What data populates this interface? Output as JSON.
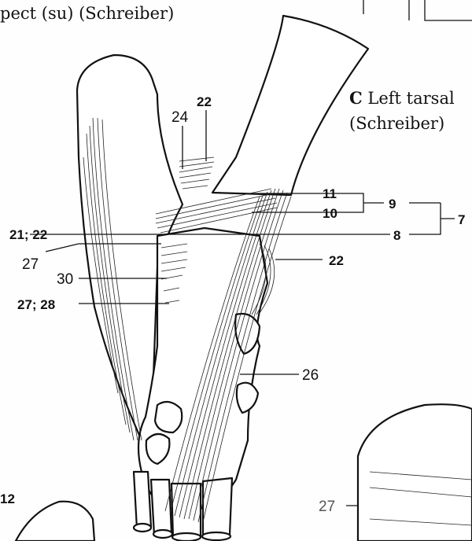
{
  "captions": {
    "top_left": "pect (su) (Schreiber)",
    "panel_letter": "C",
    "panel_title_line1": "Left tarsal",
    "panel_title_line2": "(Schreiber)"
  },
  "labels": {
    "l22_top": "22",
    "l24": "24",
    "l11": "11",
    "l10": "10",
    "l9": "9",
    "l7": "7",
    "l8": "8",
    "l21_22": "21; 22",
    "l27": "27",
    "l22_right": "22",
    "l30": "30",
    "l27_28": "27; 28",
    "l26": "26",
    "l12_edge": "12",
    "l27_right": "27"
  }
}
